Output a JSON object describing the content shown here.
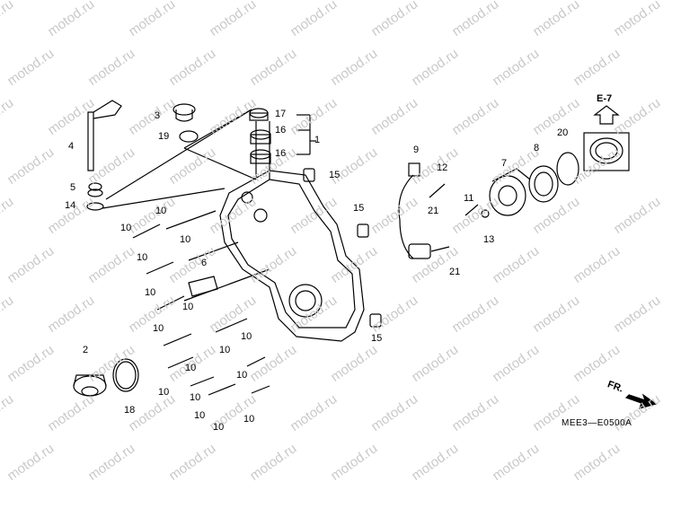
{
  "watermark": "motod.ru",
  "drawing_code": "MEE3—E0500A",
  "reference_label": "E-7",
  "direction_label": "FR.",
  "callouts": {
    "c1": "1",
    "c2": "2",
    "c3": "3",
    "c4": "4",
    "c5": "5",
    "c6": "6",
    "c7": "7",
    "c8": "8",
    "c9": "9",
    "c10": "10",
    "c11": "11",
    "c12": "12",
    "c13": "13",
    "c14": "14",
    "c15": "15",
    "c16": "16",
    "c17": "17",
    "c18": "18",
    "c19": "19",
    "c20": "20",
    "c21": "21"
  },
  "colors": {
    "line": "#000000",
    "watermark": "#c9c9c9"
  }
}
